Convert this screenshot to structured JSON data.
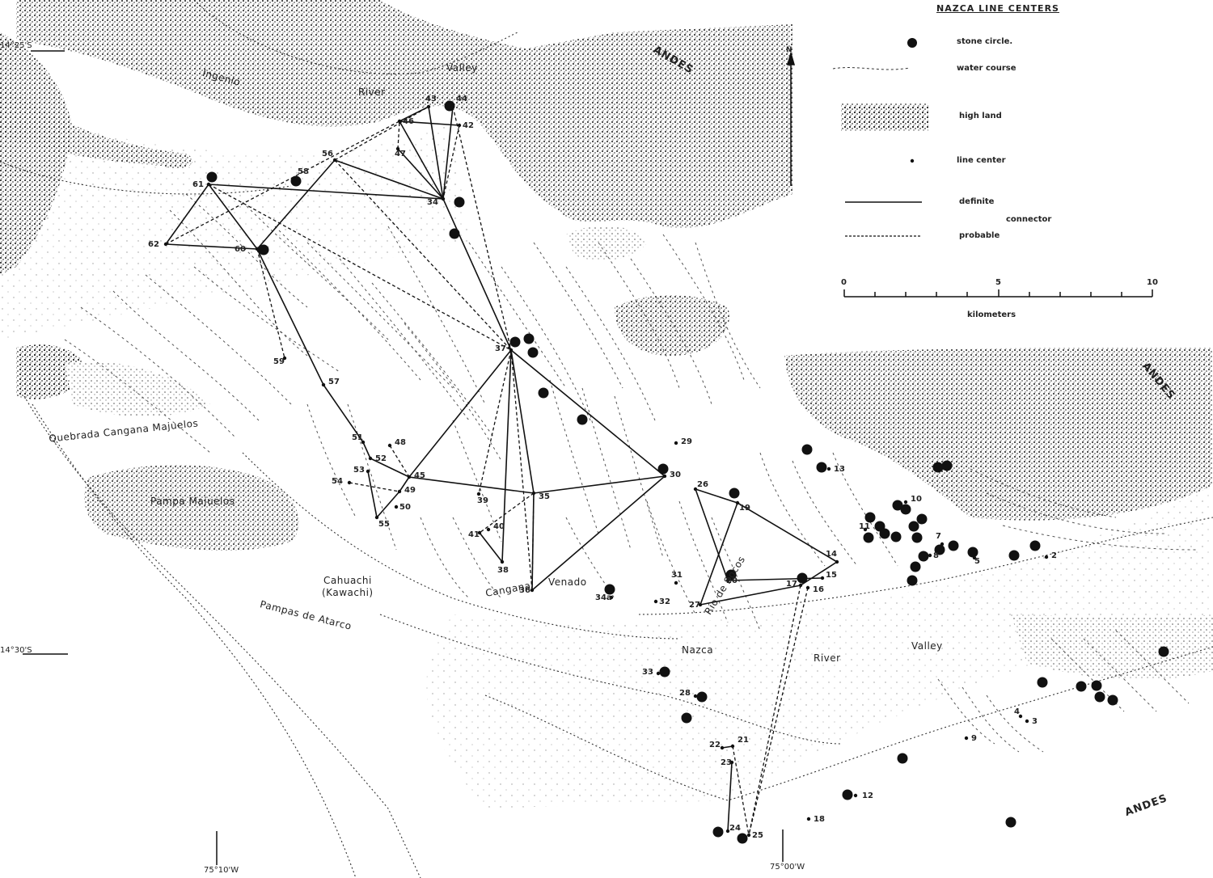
{
  "legend": {
    "title": "NAZCA LINE CENTERS",
    "stone_circle": "stone circle.",
    "water_course": "water course",
    "high_land": "high land",
    "line_center": "line center",
    "definite": "definite",
    "connector": "connector",
    "probable": "probable",
    "scale_0": "0",
    "scale_5": "5",
    "scale_10": "10",
    "scale_unit": "kilometers",
    "north": "N"
  },
  "places": {
    "ingenio": "Ingenio",
    "river_top": "River",
    "valley_top": "Valley",
    "andes_1": "ANDES",
    "andes_2": "ANDES",
    "andes_3": "ANDES",
    "quebrada": "Quebrada Cangana Majuelos",
    "pampa_majuelos": "Pampa Majuelos",
    "cahuachi": "Cahuachi",
    "kawachi": "(Kawachi)",
    "pampas_atarco": "Pampas de Atarco",
    "cangana": "Cangana",
    "venado": "Venado",
    "rio_socos": "Río de Socos",
    "nazca": "Nazca",
    "river_bottom": "River",
    "valley_bottom": "Valley"
  },
  "coords": {
    "lat_top": "14°25'S",
    "lat_bottom": "14°30'S",
    "lon_left": "75°10'W",
    "lon_right": "75°00'W"
  },
  "line_centers": [
    {
      "id": "2"
    },
    {
      "id": "3"
    },
    {
      "id": "4"
    },
    {
      "id": "5"
    },
    {
      "id": "7"
    },
    {
      "id": "8"
    },
    {
      "id": "9"
    },
    {
      "id": "10"
    },
    {
      "id": "11"
    },
    {
      "id": "12"
    },
    {
      "id": "13"
    },
    {
      "id": "14"
    },
    {
      "id": "15"
    },
    {
      "id": "16"
    },
    {
      "id": "17"
    },
    {
      "id": "18"
    },
    {
      "id": "19"
    },
    {
      "id": "20"
    },
    {
      "id": "21"
    },
    {
      "id": "22"
    },
    {
      "id": "23"
    },
    {
      "id": "24"
    },
    {
      "id": "25"
    },
    {
      "id": "26"
    },
    {
      "id": "27"
    },
    {
      "id": "28"
    },
    {
      "id": "29"
    },
    {
      "id": "30"
    },
    {
      "id": "31"
    },
    {
      "id": "32"
    },
    {
      "id": "33"
    },
    {
      "id": "34"
    },
    {
      "id": "35"
    },
    {
      "id": "36"
    },
    {
      "id": "37"
    },
    {
      "id": "38"
    },
    {
      "id": "39"
    },
    {
      "id": "40"
    },
    {
      "id": "41"
    },
    {
      "id": "42"
    },
    {
      "id": "43"
    },
    {
      "id": "44"
    },
    {
      "id": "45"
    },
    {
      "id": "46"
    },
    {
      "id": "47"
    },
    {
      "id": "48"
    },
    {
      "id": "49"
    },
    {
      "id": "50"
    },
    {
      "id": "51"
    },
    {
      "id": "52"
    },
    {
      "id": "53"
    },
    {
      "id": "54"
    },
    {
      "id": "55"
    },
    {
      "id": "56"
    },
    {
      "id": "57"
    },
    {
      "id": "58"
    },
    {
      "id": "59"
    },
    {
      "id": "60"
    },
    {
      "id": "61"
    },
    {
      "id": "62"
    },
    {
      "id": "34a"
    }
  ]
}
